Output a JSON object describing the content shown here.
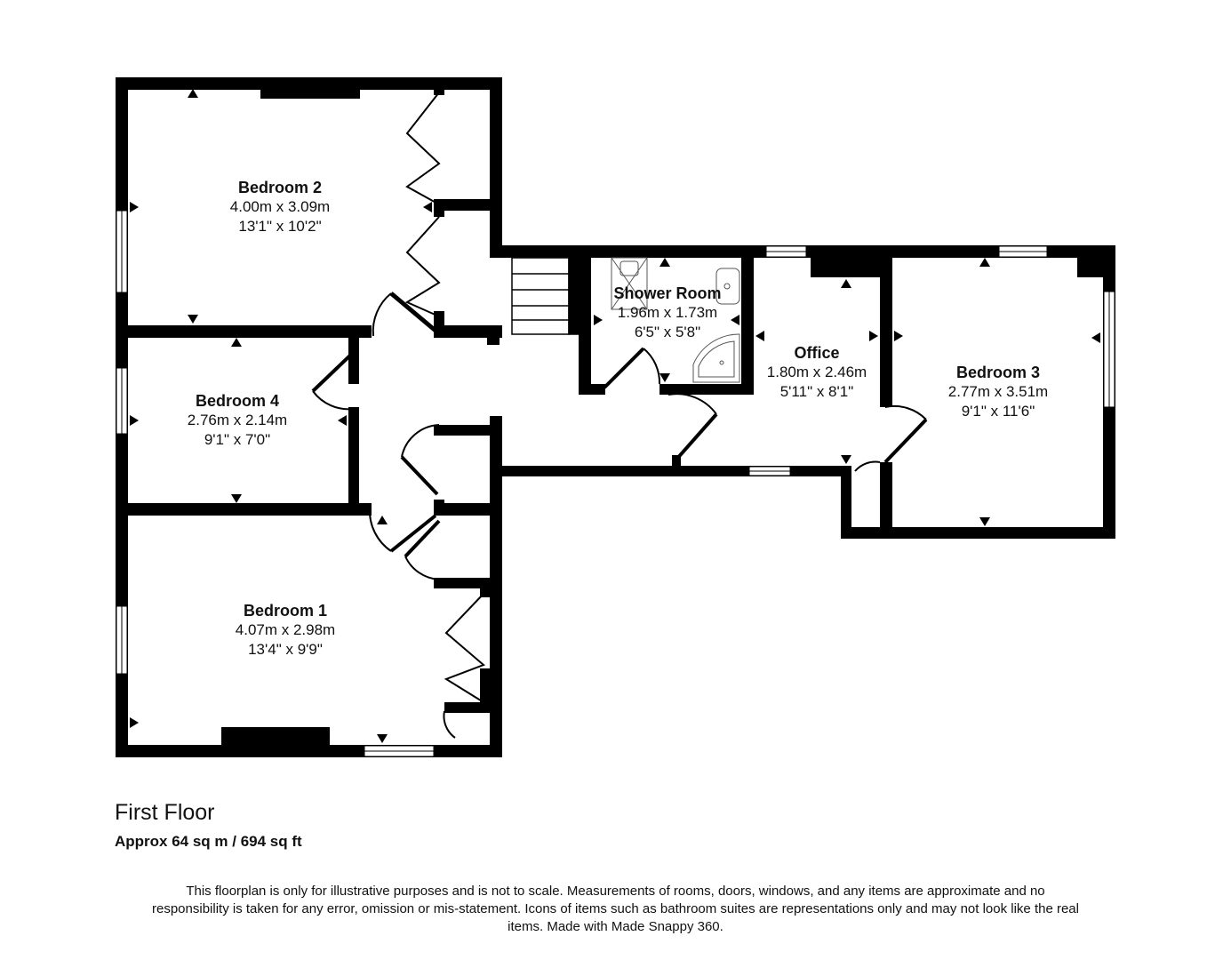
{
  "rooms": [
    {
      "id": "bedroom2",
      "name": "Bedroom 2",
      "metric": "4.00m x 3.09m",
      "imperial": "13'1\" x 10'2\""
    },
    {
      "id": "bedroom4",
      "name": "Bedroom 4",
      "metric": "2.76m x 2.14m",
      "imperial": "9'1\" x 7'0\""
    },
    {
      "id": "bedroom1",
      "name": "Bedroom 1",
      "metric": "4.07m x 2.98m",
      "imperial": "13'4\" x 9'9\""
    },
    {
      "id": "shower",
      "name": "Shower Room",
      "metric": "1.96m x 1.73m",
      "imperial": "6'5\" x 5'8\""
    },
    {
      "id": "office",
      "name": "Office",
      "metric": "1.80m x 2.46m",
      "imperial": "5'11\" x 8'1\""
    },
    {
      "id": "bedroom3",
      "name": "Bedroom 3",
      "metric": "2.77m x 3.51m",
      "imperial": "9'1\" x 11'6\""
    }
  ],
  "floor": {
    "title": "First Floor",
    "area": "Approx 64 sq m / 694 sq ft"
  },
  "disclaimer": "This floorplan is only for illustrative purposes and is not to scale. Measurements of rooms, doors, windows, and any items are approximate and no responsibility is taken for any error, omission or mis-statement. Icons of items such as bathroom suites are representations only and may not look like the real items. Made with Made Snappy 360."
}
